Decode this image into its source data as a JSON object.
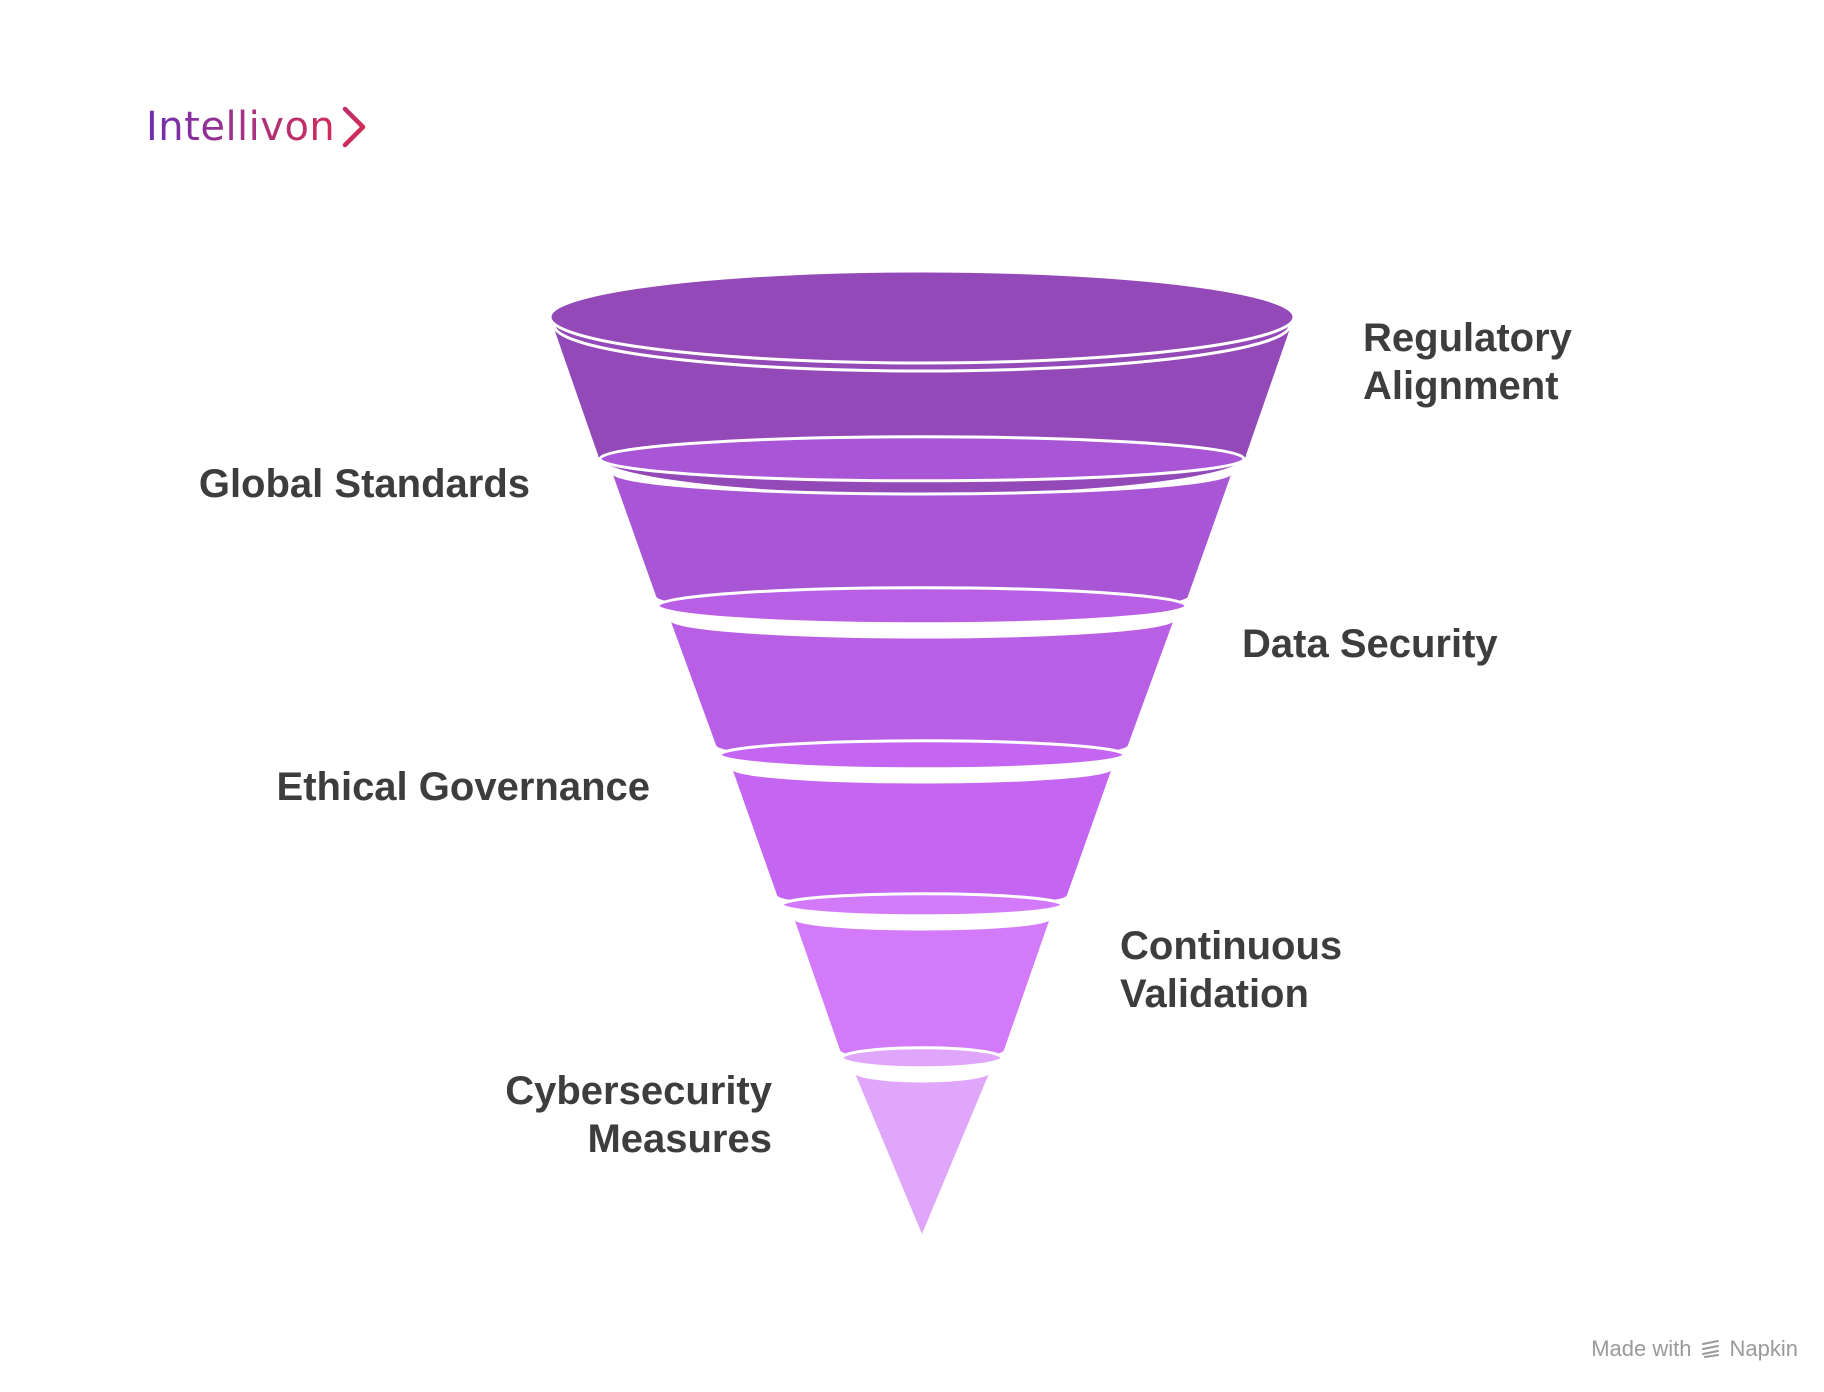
{
  "brand": {
    "name": "Intellivon"
  },
  "funnel": {
    "stages": [
      {
        "label": "Regulatory\nAlignment",
        "color": "#9349b8"
      },
      {
        "label": "Global Standards",
        "color": "#a855d6"
      },
      {
        "label": "Data Security",
        "color": "#b95fe6"
      },
      {
        "label": "Ethical Governance",
        "color": "#c466f2"
      },
      {
        "label": "Continuous\nValidation",
        "color": "#d37afa"
      },
      {
        "label": "Cybersecurity\nMeasures",
        "color": "#e0a6fb"
      }
    ]
  },
  "footer": {
    "made_with": "Made with",
    "tool": "Napkin"
  }
}
